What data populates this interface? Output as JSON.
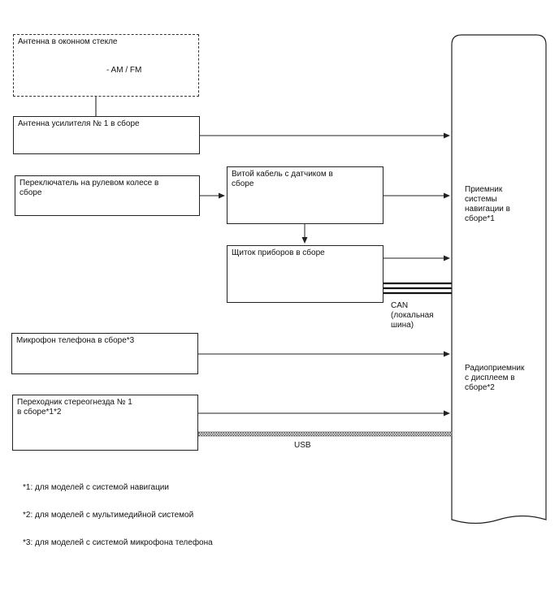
{
  "antenna_glass": {
    "label": "Антенна в оконном стекле",
    "band": "- AM / FM"
  },
  "amp_antenna": {
    "label": "Антенна усилителя № 1 в сборе"
  },
  "steering_switch": {
    "label": "Переключатель на рулевом колесе в\nсборе"
  },
  "spiral_cable": {
    "label": "Витой кабель с датчиком в\nсборе"
  },
  "meter": {
    "label": "Щиток приборов в сборе"
  },
  "can_label": "CAN\n(локальная\nшина)",
  "microphone": {
    "label": "Микрофон телефона в сборе*3"
  },
  "stereo_jack": {
    "label": "Переходник стереогнезда № 1\nв сборе*1*2"
  },
  "usb_label": "USB",
  "receiver": {
    "nav_label": "Приемник\nсистемы\nнавигации в\nсборе*1",
    "radio_label": "Радиоприемник\nс дисплеем в\nсборе*2"
  },
  "notes": [
    "*1: для моделей с системой навигации",
    "*2: для моделей с мультимедийной системой",
    "*3: для моделей с системой микрофона телефона"
  ]
}
